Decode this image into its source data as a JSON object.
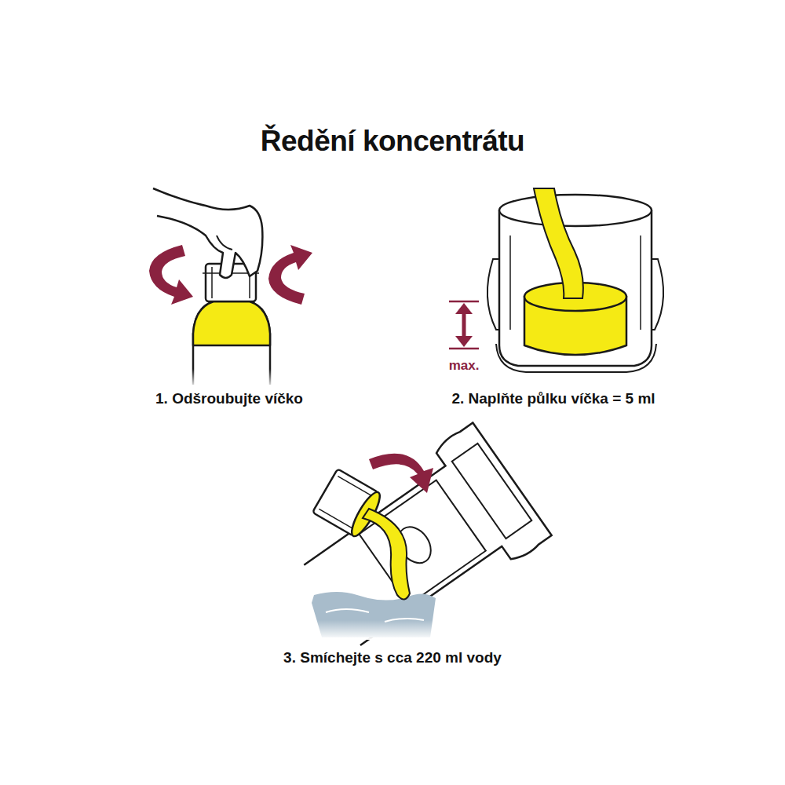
{
  "diagram": {
    "title": "Ředění koncentrátu",
    "labels": [
      "1. Odšroubujte víčko",
      "max.",
      "2. Naplňte půlku víčka = 5 ml",
      "3. Smíchejte s cca 220 ml vody"
    ]
  }
}
